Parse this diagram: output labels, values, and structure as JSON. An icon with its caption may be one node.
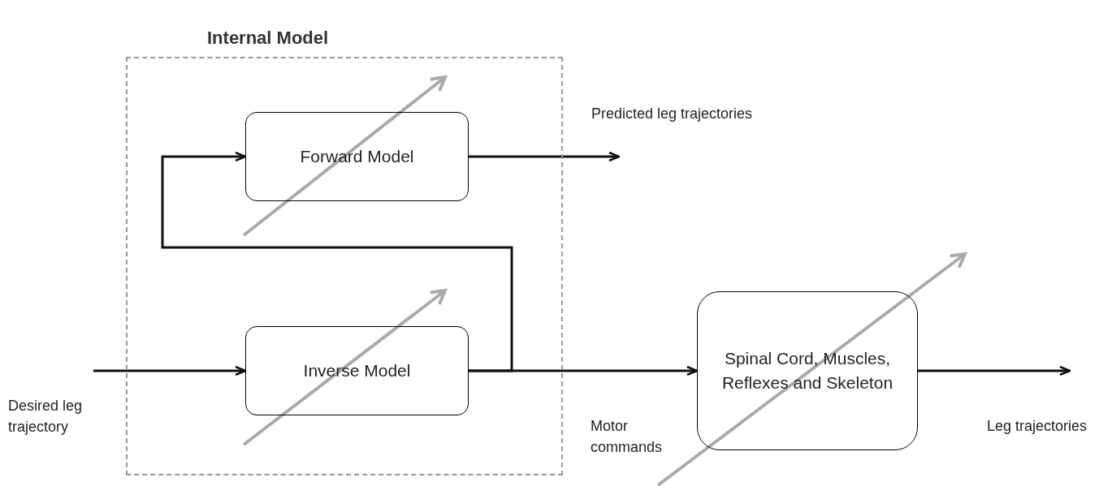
{
  "diagram": {
    "nodes": [
      {
        "text": [
          "Internal Model"
        ]
      },
      {
        "text": [
          "Forward Model"
        ],
        "in": 0
      },
      {
        "text": [
          "Inverse Model"
        ],
        "in": 0
      },
      {
        "text": [
          "Spinal Cord, Muscles, Reflexes and Skeleton"
        ]
      }
    ],
    "edges": [
      {
        "from": null,
        "to": 2,
        "arrow": "to"
      },
      {
        "from": 2,
        "to": 3,
        "arrow": "to"
      },
      {
        "from": 2,
        "to": 1,
        "arrow": "to"
      },
      {
        "from": 1,
        "to": null,
        "arrow": "to"
      },
      {
        "from": 3,
        "to": null,
        "arrow": "to"
      }
    ],
    "labels": [
      "Predicted leg trajectories",
      "Desired leg trajectory",
      "Motor commands",
      "Leg trajectories"
    ]
  }
}
